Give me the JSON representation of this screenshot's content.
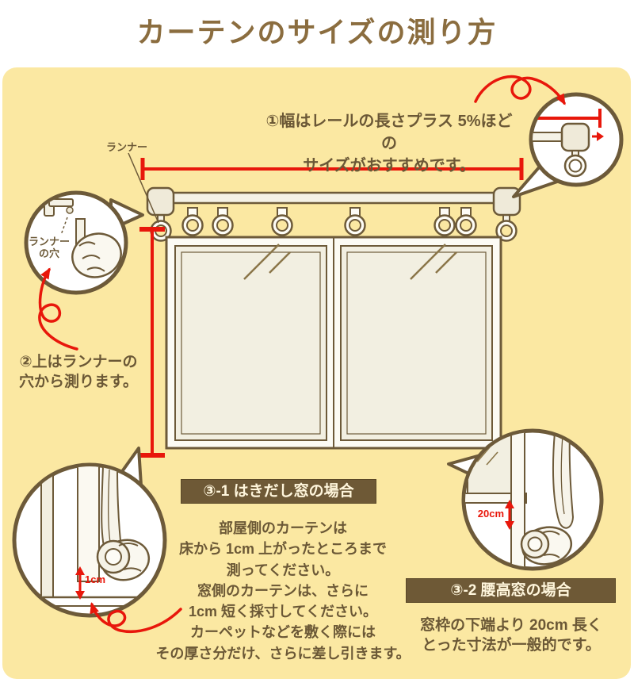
{
  "title": "カーテンのサイズの測り方",
  "colors": {
    "panel_bg": "#FBE8A2",
    "brown_stroke": "#6D5A39",
    "title_brown": "#8B6D3F",
    "text_brown": "#6B5836",
    "red": "#E8170B",
    "banner_bg": "#6E5936",
    "banner_text": "#FFF6DC",
    "glass": "#F2EFE1"
  },
  "annotations": {
    "width_note": {
      "line1": "①幅はレールの長さプラス 5%ほどの",
      "line2": "サイズがおすすめです。"
    },
    "runner_label": "ランナー",
    "runner_hole_label": {
      "line1": "ランナー",
      "line2": "の穴"
    },
    "top_note": {
      "line1": "②上はランナーの",
      "line2": "穴から測ります。"
    },
    "measure_1cm": "1cm",
    "measure_20cm": "20cm"
  },
  "sections": [
    {
      "heading": "③-1 はきだし窓の場合",
      "body_lines": [
        "部屋側のカーテンは",
        "床から 1cm 上がったところまで",
        "測ってください。",
        "窓側のカーテンは、さらに",
        "1cm 短く採寸してください。",
        "カーペットなどを敷く際には",
        "その厚さ分だけ、さらに差し引きます。"
      ]
    },
    {
      "heading": "③-2 腰高窓の場合",
      "body_lines": [
        "窓枠の下端より 20cm 長く",
        "とった寸法が一般的です。"
      ]
    }
  ]
}
